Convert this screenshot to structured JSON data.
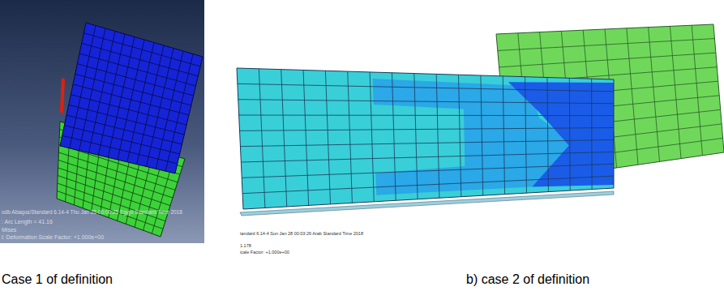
{
  "diagram": {
    "labels": [
      "odb  Abaqus/Standard 6.14-4   Thu Jan 25 00:00:25 Egypt Standard Time 2018",
      ": Arc Length =   41.16",
      "Mises",
      "l: Deformation Scale Factor: +1.000e+00",
      "tandard 6.14-4   Sun Jan 28 00:03:26 Arab Standard Time 2018",
      "1.178",
      "icale Factor: +1.000e+00",
      "Case 1  of definition",
      "b) case 2 of definition"
    ]
  }
}
